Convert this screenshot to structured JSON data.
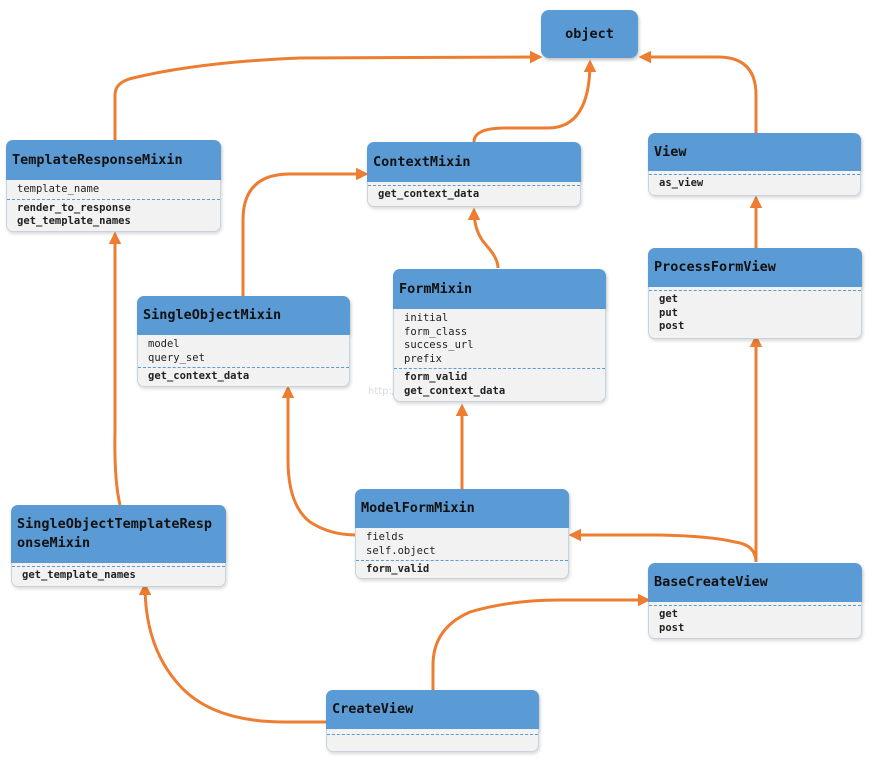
{
  "colors": {
    "header": "#5b9bd5",
    "body": "#f2f2f2",
    "arrow": "#ed7d31"
  },
  "watermark": "http://blog.csdn.net/",
  "nodes": {
    "object": {
      "title": "object"
    },
    "template_response_mixin": {
      "title": "TemplateResponseMixin",
      "attributes": [
        "template_name"
      ],
      "methods": [
        "render_to_response",
        "get_template_names"
      ]
    },
    "context_mixin": {
      "title": "ContextMixin",
      "attributes": [],
      "methods": [
        "get_context_data"
      ]
    },
    "view": {
      "title": "View",
      "attributes": [],
      "methods": [
        "as_view"
      ]
    },
    "single_object_mixin": {
      "title": "SingleObjectMixin",
      "attributes": [
        "model",
        "query_set"
      ],
      "methods": [
        "get_context_data"
      ]
    },
    "form_mixin": {
      "title": "FormMixin",
      "attributes": [
        "initial",
        "form_class",
        "success_url",
        "prefix"
      ],
      "methods": [
        "form_valid",
        "get_context_data"
      ]
    },
    "process_form_view": {
      "title": "ProcessFormView",
      "attributes": [],
      "methods": [
        "get",
        "put",
        "post"
      ]
    },
    "single_object_template_response_mixin": {
      "title": "SingleObjectTemplateResponseMixin",
      "attributes": [],
      "methods": [
        "get_template_names"
      ]
    },
    "model_form_mixin": {
      "title": "ModelFormMixin",
      "attributes": [
        "fields",
        "self.object"
      ],
      "methods": [
        "form_valid"
      ]
    },
    "base_create_view": {
      "title": "BaseCreateView",
      "attributes": [],
      "methods": [
        "get",
        "post"
      ]
    },
    "create_view": {
      "title": "CreateView",
      "attributes": [],
      "methods": []
    }
  },
  "edges": [
    {
      "from": "template_response_mixin",
      "to": "object"
    },
    {
      "from": "context_mixin",
      "to": "object"
    },
    {
      "from": "view",
      "to": "object"
    },
    {
      "from": "single_object_mixin",
      "to": "context_mixin"
    },
    {
      "from": "form_mixin",
      "to": "context_mixin"
    },
    {
      "from": "process_form_view",
      "to": "view"
    },
    {
      "from": "single_object_template_response_mixin",
      "to": "template_response_mixin"
    },
    {
      "from": "model_form_mixin",
      "to": "single_object_mixin"
    },
    {
      "from": "model_form_mixin",
      "to": "form_mixin"
    },
    {
      "from": "base_create_view",
      "to": "process_form_view"
    },
    {
      "from": "base_create_view",
      "to": "model_form_mixin"
    },
    {
      "from": "create_view",
      "to": "single_object_template_response_mixin"
    },
    {
      "from": "create_view",
      "to": "base_create_view"
    }
  ]
}
